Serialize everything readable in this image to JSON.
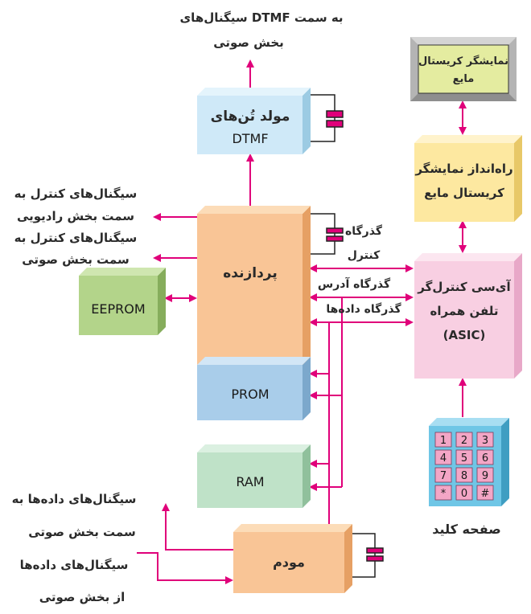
{
  "blocks": {
    "dtmf_generator": {
      "line1": "مولد تُن‌های",
      "line2": "DTMF",
      "color": "#cfe9f8"
    },
    "processor": {
      "label": "پردازنده",
      "color": "#f9c596"
    },
    "eeprom": {
      "label": "EEPROM",
      "color": "#b3d48a"
    },
    "prom": {
      "label": "PROM",
      "color": "#a9cdea"
    },
    "ram": {
      "label": "RAM",
      "color": "#bfe2c8"
    },
    "modem": {
      "label": "مودم",
      "color": "#f9c596"
    },
    "asic": {
      "line1": "آی‌سی کنترل‌گر",
      "line2": "تلفن همراه",
      "line3": "(ASIC)",
      "color": "#f8cfe2"
    },
    "lcd_driver": {
      "line1": "راه‌انداز نمایشگر",
      "line2": "کریستال مایع",
      "color": "#fde8a0"
    },
    "lcd_display": {
      "line1": "نمایشگر کریستال",
      "line2": "مایع",
      "color": "#e4eca0"
    },
    "keypad": {
      "caption": "صفحه کلید",
      "color": "#6fc6e6",
      "keys": [
        "1",
        "2",
        "3",
        "4",
        "5",
        "6",
        "7",
        "8",
        "9",
        "*",
        "0",
        "#"
      ]
    }
  },
  "labels": {
    "dtmf_out_line1": "سیگنال‌های DTMF به سمت",
    "dtmf_out_line2": "بخش صوتی",
    "ctrl_radio_line1": "سیگنال‌های کنترل به",
    "ctrl_radio_line2": "سمت بخش رادیویی",
    "ctrl_audio_line1": "سیگنال‌های کنترل به",
    "ctrl_audio_line2": "سمت بخش صوتی",
    "control_bus_line1": "گذرگاه",
    "control_bus_line2": "کنترل",
    "address_bus": "گذرگاه آدرس",
    "data_bus": "گذرگاه داده‌ها",
    "data_out_line1": "سیگنال‌های داده‌ها به",
    "data_out_line2": "سمت بخش صوتی",
    "data_in_line1": "سیگنال‌های داده‌ها",
    "data_in_line2": "از بخش صوتی"
  },
  "colors": {
    "arrow": "#e0007a",
    "crystal": "#e0007a"
  }
}
